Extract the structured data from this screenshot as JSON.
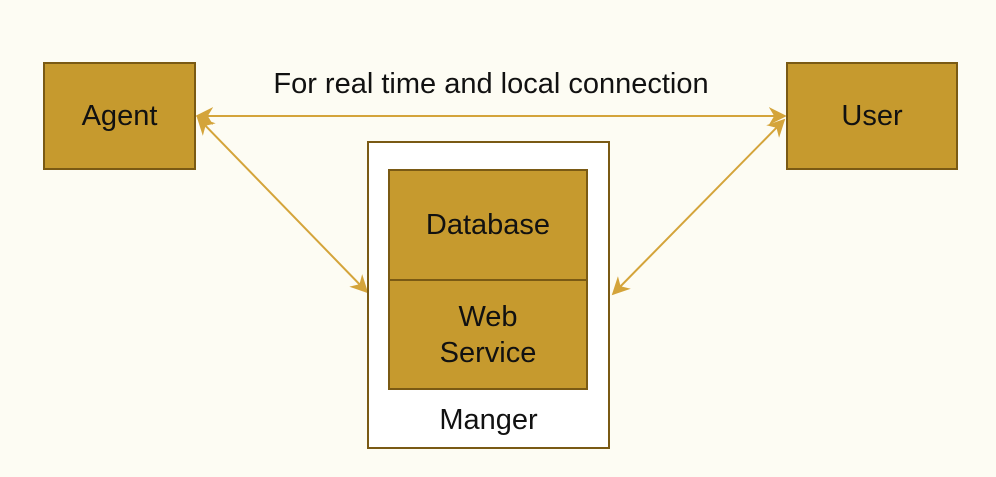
{
  "diagram": {
    "nodes": {
      "agent": "Agent",
      "user": "User",
      "database": "Database",
      "web_service": [
        "Web",
        "Service"
      ],
      "manager": "Manger"
    },
    "edges": [
      {
        "from": "agent",
        "to": "user",
        "label": "For real time and local connection",
        "direction": "both"
      },
      {
        "from": "agent",
        "to": "manager",
        "label": "",
        "direction": "both"
      },
      {
        "from": "user",
        "to": "manager",
        "label": "",
        "direction": "both"
      }
    ],
    "colors": {
      "node_fill": "#c69a2e",
      "node_border": "#7a5a14",
      "edge": "#d4a43a",
      "background": "#fdfcf3"
    }
  }
}
